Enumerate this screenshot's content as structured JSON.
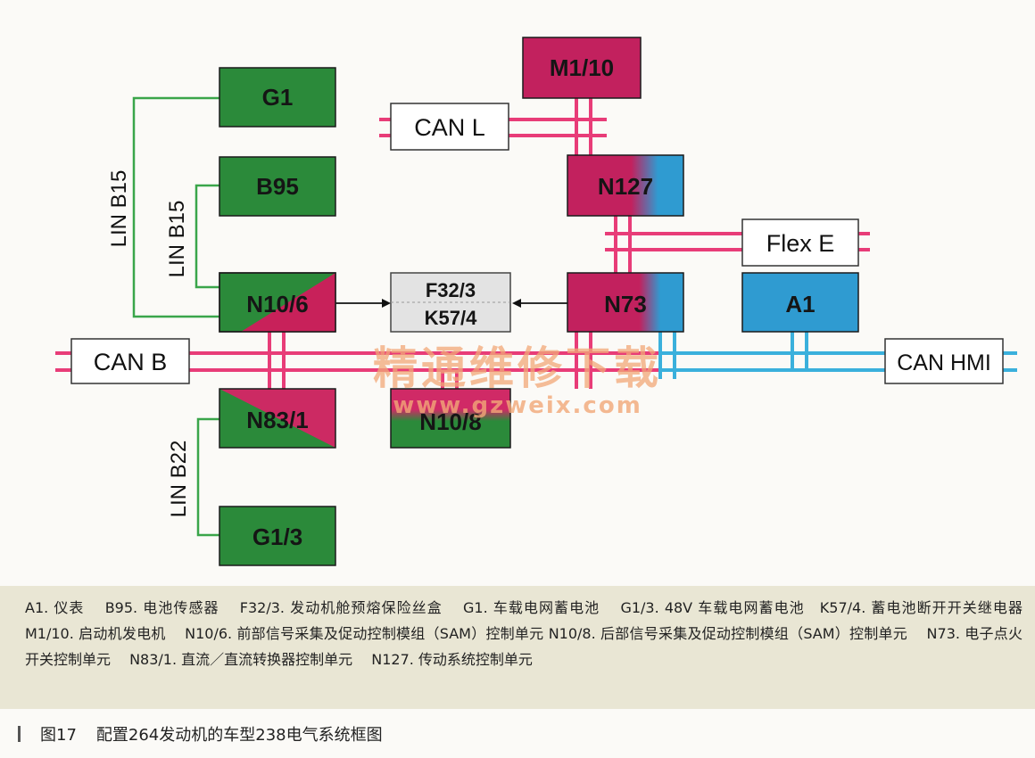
{
  "colors": {
    "green": "#2b8a3a",
    "magenta": "#c2215e",
    "blue": "#2f9bd1",
    "can_red": "#e83c78",
    "can_blue": "#3ab0dc",
    "lin_green": "#3aa54a",
    "legend_bg": "#e9e6d4"
  },
  "modules": {
    "g1": "G1",
    "b95": "B95",
    "n10_6": "N10/6",
    "n83_1": "N83/1",
    "g1_3": "G1/3",
    "m1_10": "M1/10",
    "n127": "N127",
    "n73": "N73",
    "a1": "A1",
    "n10_8": "N10/8",
    "f32_k57_line1": "F32/3",
    "f32_k57_line2": "K57/4"
  },
  "bus_labels": {
    "can_l": "CAN L",
    "can_b": "CAN B",
    "can_hmi": "CAN HMI",
    "flex_e": "Flex E",
    "lin_b15_outer": "LIN B15",
    "lin_b15_inner": "LIN B15",
    "lin_b22": "LIN B22"
  },
  "watermark": {
    "cn": "精通维修下载",
    "url": "www.gzweix.com"
  },
  "legend_text": "A1. 仪表　 B95. 电池传感器　 F32/3. 发动机舱预熔保险丝盒　 G1. 车载电网蓄电池　 G1/3. 48V 车载电网蓄电池　K57/4. 蓄电池断开开关继电器　 M1/10. 启动机发电机　 N10/6. 前部信号采集及促动控制模组（SAM）控制单元 N10/8. 后部信号采集及促动控制模组（SAM）控制单元　 N73. 电子点火开关控制单元　 N83/1. 直流／直流转换器控制单元　 N127. 传动系统控制单元",
  "caption": {
    "number": "图17",
    "title": "配置264发动机的车型238电气系统框图"
  }
}
